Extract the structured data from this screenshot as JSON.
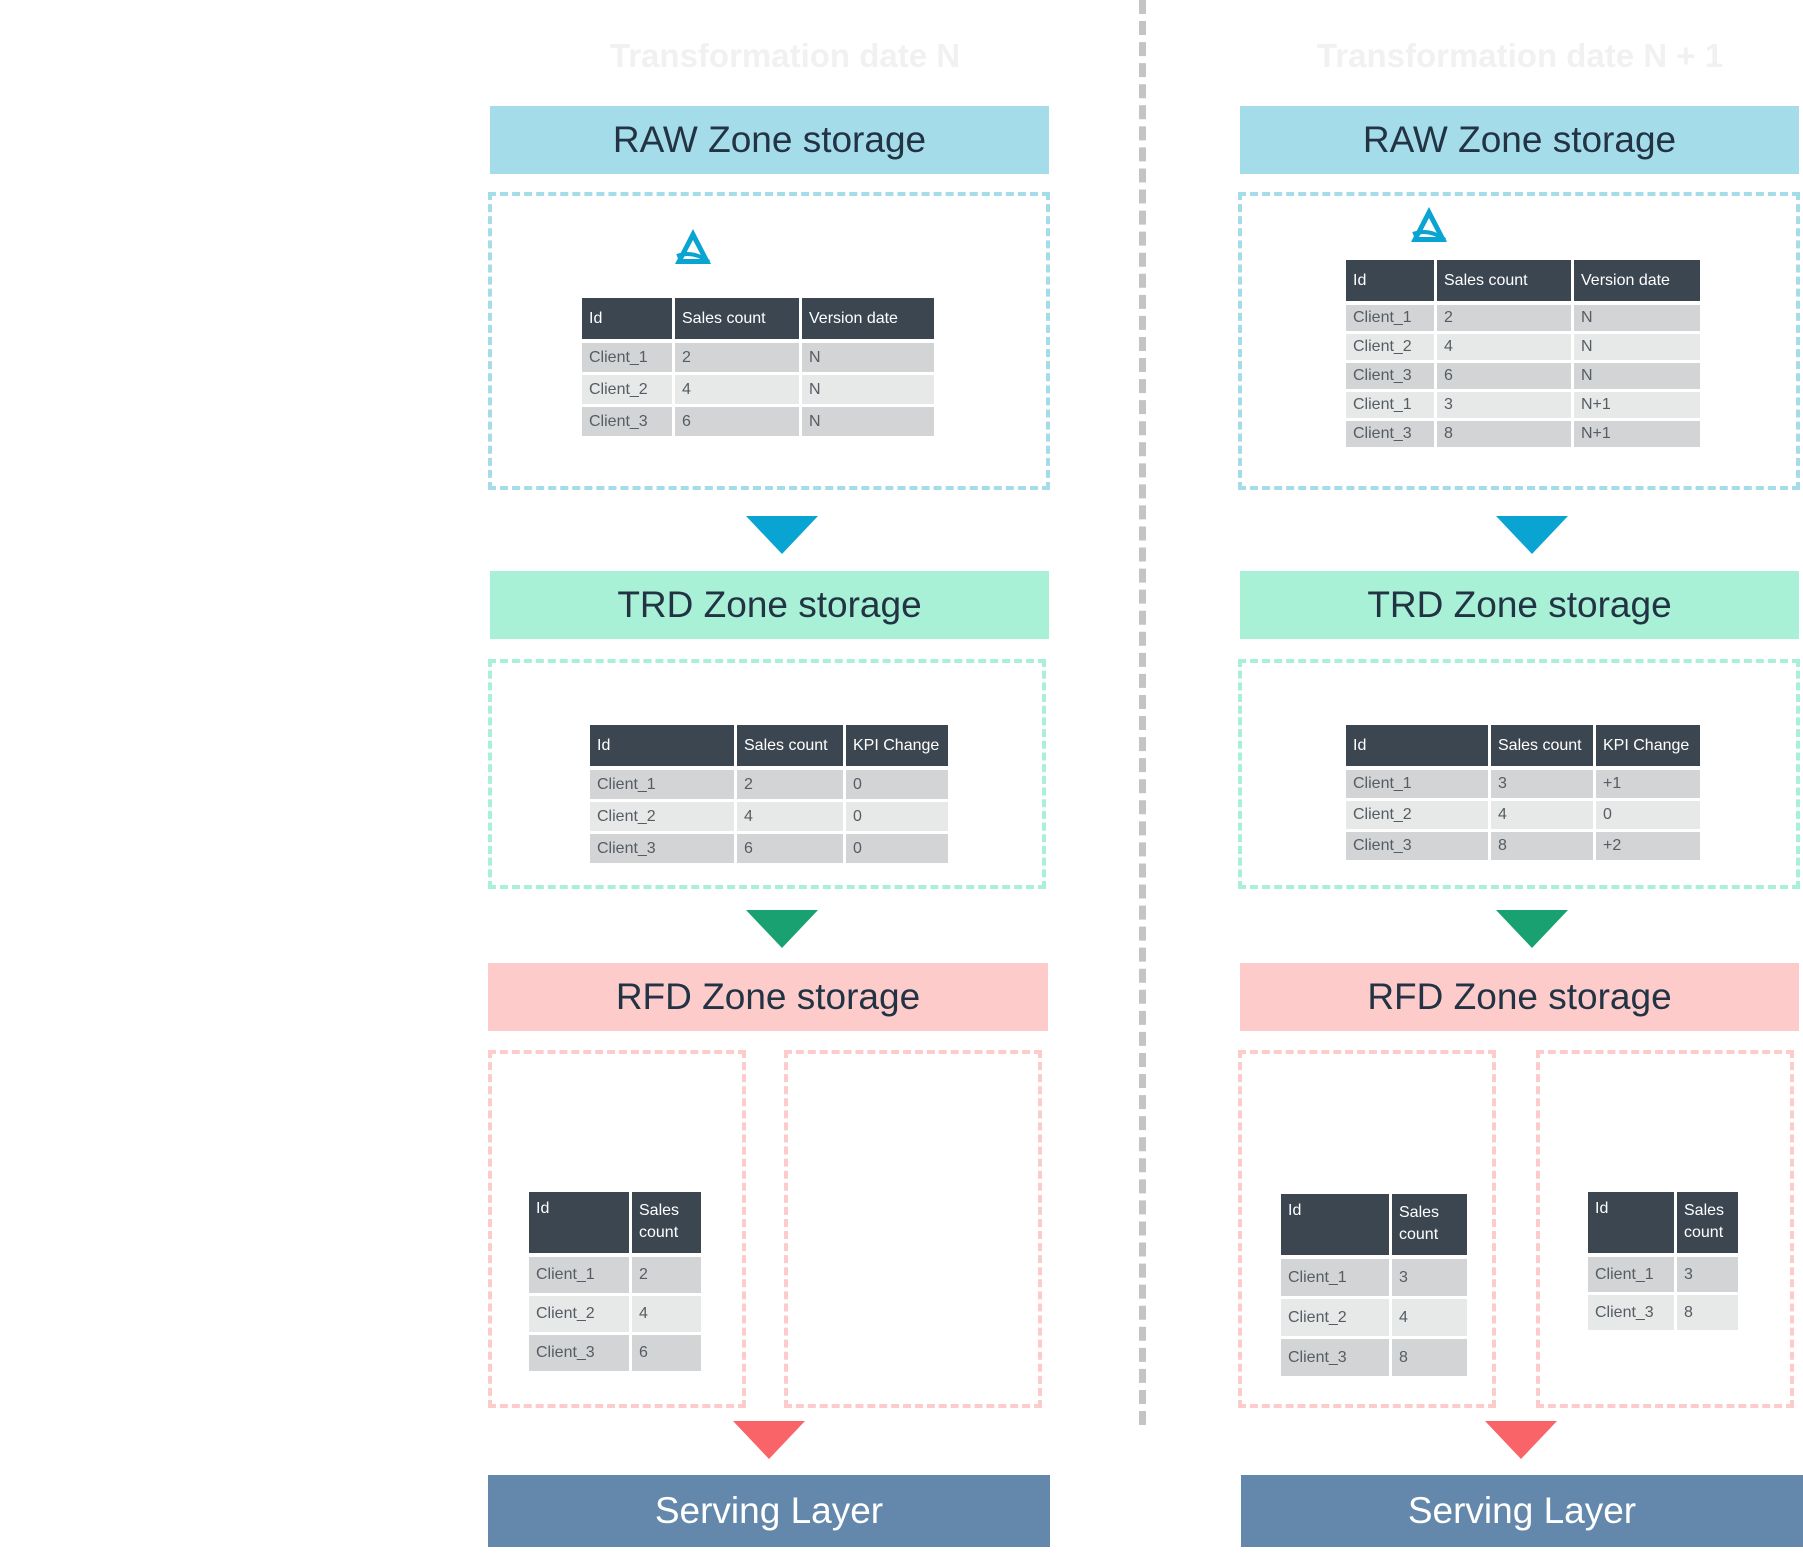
{
  "columns": [
    {
      "title": "Transformation date N",
      "raw": {
        "header": "RAW Zone storage",
        "table": {
          "headers": [
            "Id",
            "Sales count",
            "Version date"
          ],
          "rows": [
            [
              "Client_1",
              "2",
              "N"
            ],
            [
              "Client_2",
              "4",
              "N"
            ],
            [
              "Client_3",
              "6",
              "N"
            ]
          ]
        }
      },
      "trd": {
        "header": "TRD Zone storage",
        "table": {
          "headers": [
            "Id",
            "Sales count",
            "KPI Change"
          ],
          "rows": [
            [
              "Client_1",
              "2",
              "0"
            ],
            [
              "Client_2",
              "4",
              "0"
            ],
            [
              "Client_3",
              "6",
              "0"
            ]
          ]
        }
      },
      "rfd": {
        "header": "RFD Zone storage",
        "table": {
          "headers": [
            "Id",
            "Sales count"
          ],
          "rows": [
            [
              "Client_1",
              "2"
            ],
            [
              "Client_2",
              "4"
            ],
            [
              "Client_3",
              "6"
            ]
          ]
        }
      },
      "serving": "Serving Layer"
    },
    {
      "title": "Transformation date N + 1",
      "raw": {
        "header": "RAW Zone storage",
        "table": {
          "headers": [
            "Id",
            "Sales count",
            "Version date"
          ],
          "rows": [
            [
              "Client_1",
              "2",
              "N"
            ],
            [
              "Client_2",
              "4",
              "N"
            ],
            [
              "Client_3",
              "6",
              "N"
            ],
            [
              "Client_1",
              "3",
              "N+1"
            ],
            [
              "Client_3",
              "8",
              "N+1"
            ]
          ]
        }
      },
      "trd": {
        "header": "TRD Zone storage",
        "table": {
          "headers": [
            "Id",
            "Sales count",
            "KPI Change"
          ],
          "rows": [
            [
              "Client_1",
              "3",
              "+1"
            ],
            [
              "Client_2",
              "4",
              "0"
            ],
            [
              "Client_3",
              "8",
              "+2"
            ]
          ]
        }
      },
      "rfd": {
        "header": "RFD Zone storage",
        "table": {
          "headers": [
            "Id",
            "Sales count"
          ],
          "rows": [
            [
              "Client_1",
              "3"
            ],
            [
              "Client_2",
              "4"
            ],
            [
              "Client_3",
              "8"
            ]
          ]
        },
        "table2": {
          "headers": [
            "Id",
            "Sales count"
          ],
          "rows": [
            [
              "Client_1",
              "3"
            ],
            [
              "Client_3",
              "8"
            ]
          ]
        }
      },
      "serving": "Serving Layer"
    }
  ],
  "colors": {
    "raw": "#a5dce9",
    "trd": "#a8f0d6",
    "rfd": "#fecbcb",
    "serving": "#6388ab",
    "arrow_raw": "#0aa4d3",
    "arrow_trd": "#1aa171",
    "arrow_rfd": "#f96468",
    "table_header": "#3c4651"
  },
  "icons": [
    "delta-lake-icon"
  ]
}
